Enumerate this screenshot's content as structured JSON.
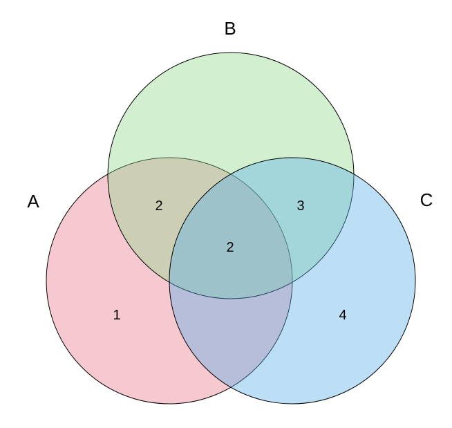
{
  "sets": [
    {
      "id": "A",
      "label": "A",
      "color": "#E8798C"
    },
    {
      "id": "B",
      "label": "B",
      "color": "#8FD98A"
    },
    {
      "id": "C",
      "label": "C",
      "color": "#5BB0E8"
    }
  ],
  "regions": {
    "a_only": "1",
    "ab_only": "2",
    "abc": "2",
    "bc_only": "3",
    "c_only": "4"
  }
}
